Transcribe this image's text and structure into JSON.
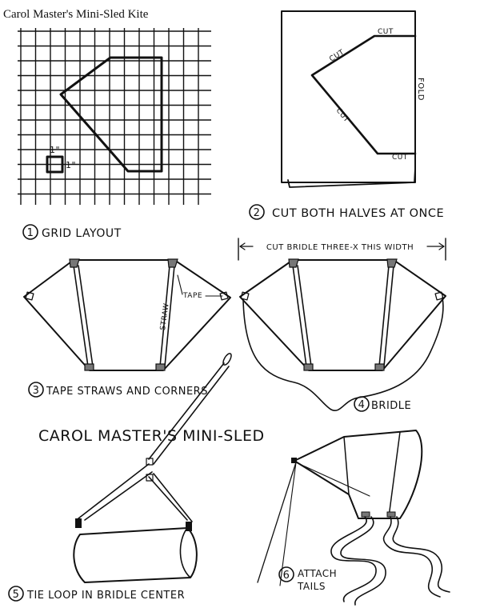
{
  "page_title": "Carol Master's Mini-Sled Kite",
  "step1": {
    "number": "1",
    "caption": "GRID LAYOUT",
    "unit_top": "1\"",
    "unit_side": "1\""
  },
  "step2": {
    "number": "2",
    "caption": "CUT BOTH HALVES AT ONCE",
    "cut_top": "CUT",
    "cut_upper_diag": "CUT",
    "cut_lower_diag": "CUT",
    "cut_bottom": "CUT",
    "fold": "FOLD"
  },
  "step3": {
    "number": "3",
    "caption": "TAPE STRAWS AND CORNERS",
    "straw_label": "STRAW",
    "tape_label": "TAPE"
  },
  "step4": {
    "number": "4",
    "caption": "BRIDLE",
    "width_label": "CUT BRIDLE THREE-X THIS WIDTH"
  },
  "step5": {
    "number": "5",
    "caption": "TIE LOOP IN BRIDLE CENTER"
  },
  "step6": {
    "number": "6",
    "caption_line1": "ATTACH",
    "caption_line2": "TAILS"
  },
  "headline": "CAROL MASTER'S MINI-SLED"
}
